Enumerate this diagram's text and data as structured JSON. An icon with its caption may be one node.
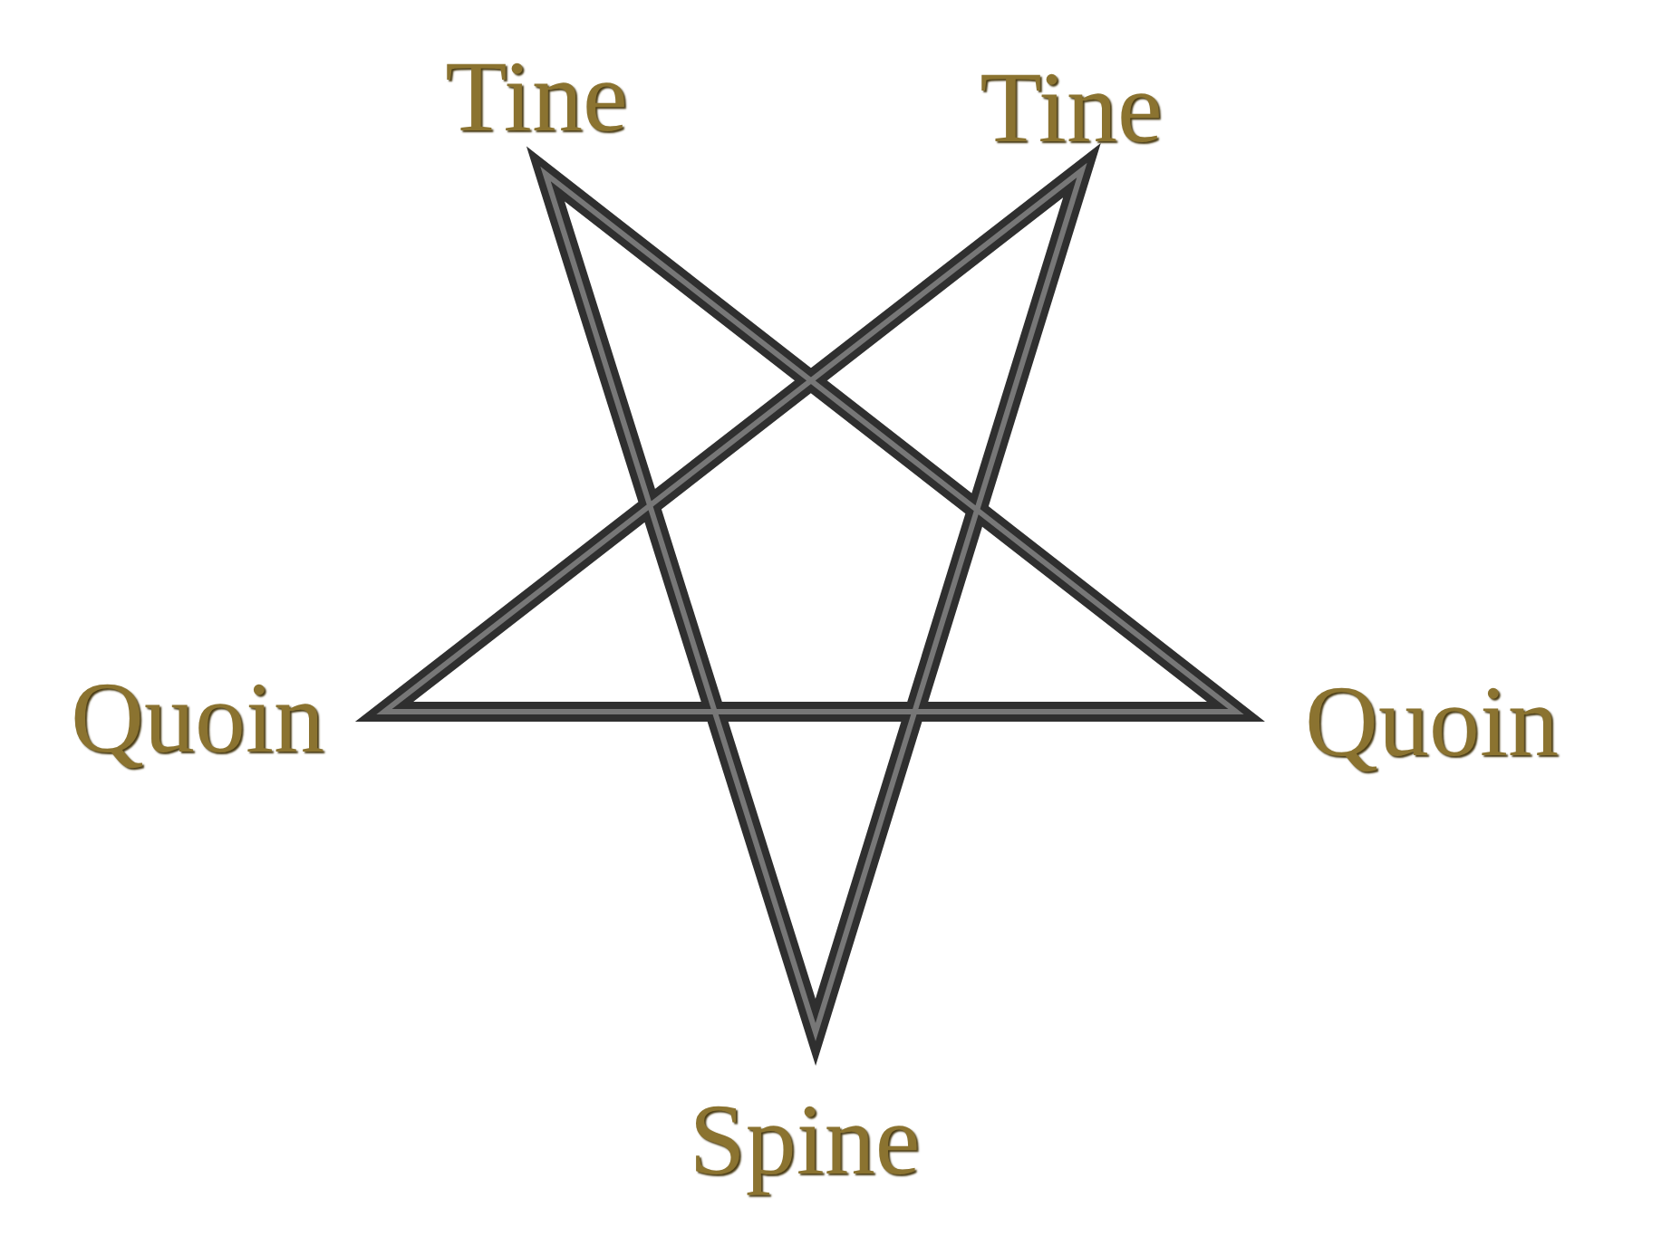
{
  "diagram": {
    "labels": [
      "Tine",
      "Tine",
      "Quoin",
      "Quoin",
      "Spine"
    ]
  }
}
